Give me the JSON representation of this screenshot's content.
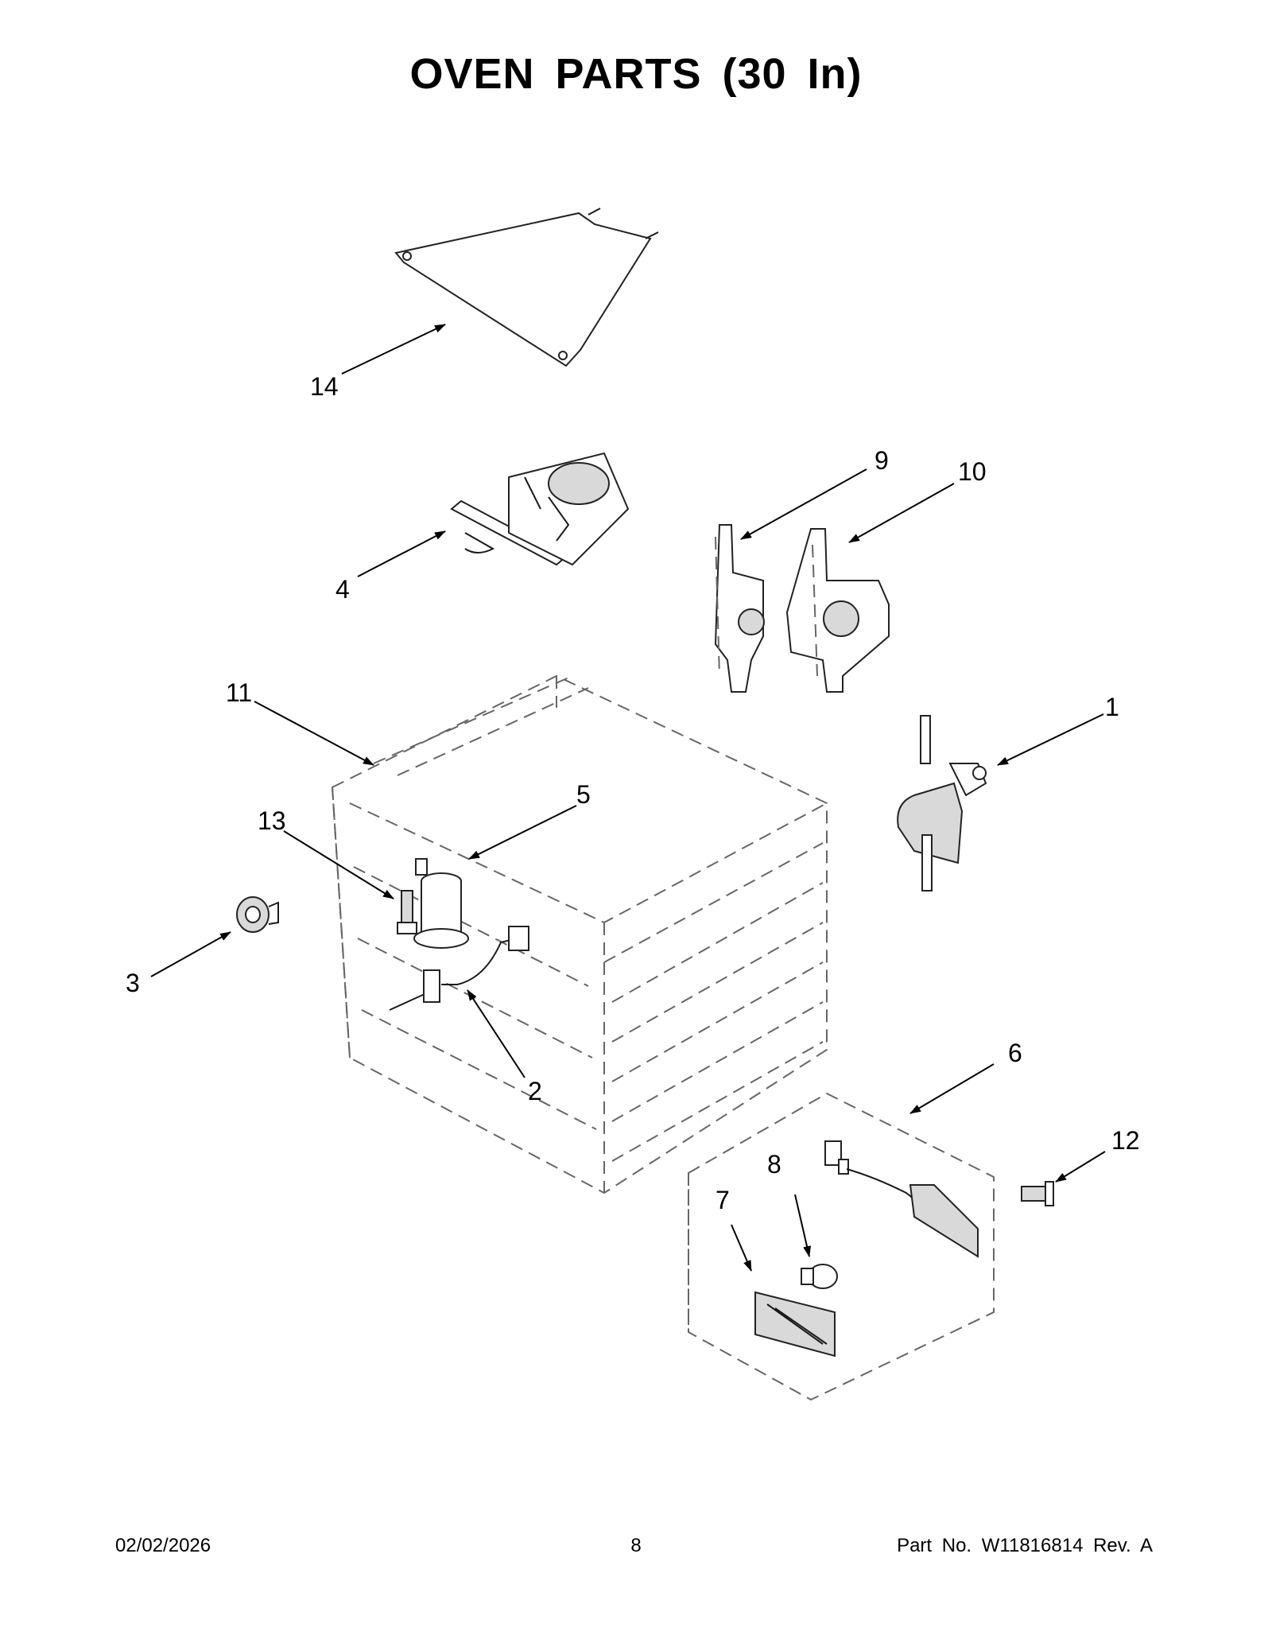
{
  "title": "OVEN PARTS (30 In)",
  "callouts": {
    "c1": "1",
    "c2": "2",
    "c3": "3",
    "c4": "4",
    "c5": "5",
    "c6": "6",
    "c7": "7",
    "c8": "8",
    "c9": "9",
    "c10": "10",
    "c11": "11",
    "c12": "12",
    "c13": "13",
    "c14": "14"
  },
  "footer": {
    "date": "02/02/2026",
    "page": "8",
    "part": "Part No.  W11816814  Rev.  A"
  }
}
